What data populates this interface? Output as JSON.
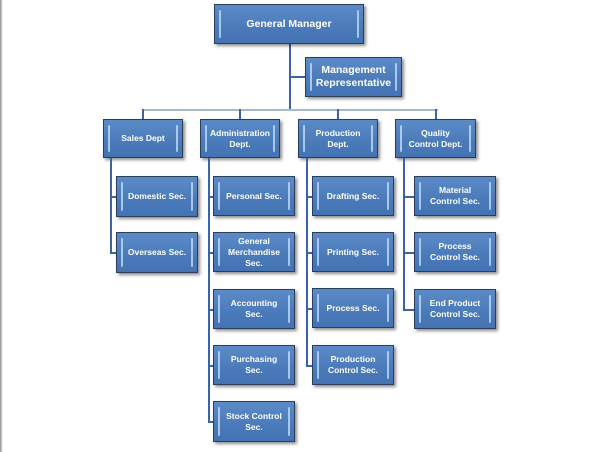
{
  "top": {
    "label": "General Manager"
  },
  "staff": {
    "label": "Management Representative"
  },
  "departments": [
    {
      "label": "Sales Dept",
      "sections": [
        "Domestic Sec.",
        "Overseas Sec."
      ]
    },
    {
      "label": "Administration Dept.",
      "sections": [
        "Personal Sec.",
        "General Merchandise Sec.",
        "Accounting Sec.",
        "Purchasing Sec.",
        "Stock Control Sec."
      ]
    },
    {
      "label": "Production Dept.",
      "sections": [
        "Drafting Sec.",
        "Printing Sec.",
        "Process Sec.",
        "Production Control Sec."
      ]
    },
    {
      "label": "Quality Control Dept.",
      "sections": [
        "Material Control Sec.",
        "Process Control Sec.",
        "End Product Control Sec."
      ]
    }
  ],
  "colors": {
    "box_fill": "#4a7ab9",
    "connector": "#3b64a0",
    "text": "#ffffff"
  }
}
